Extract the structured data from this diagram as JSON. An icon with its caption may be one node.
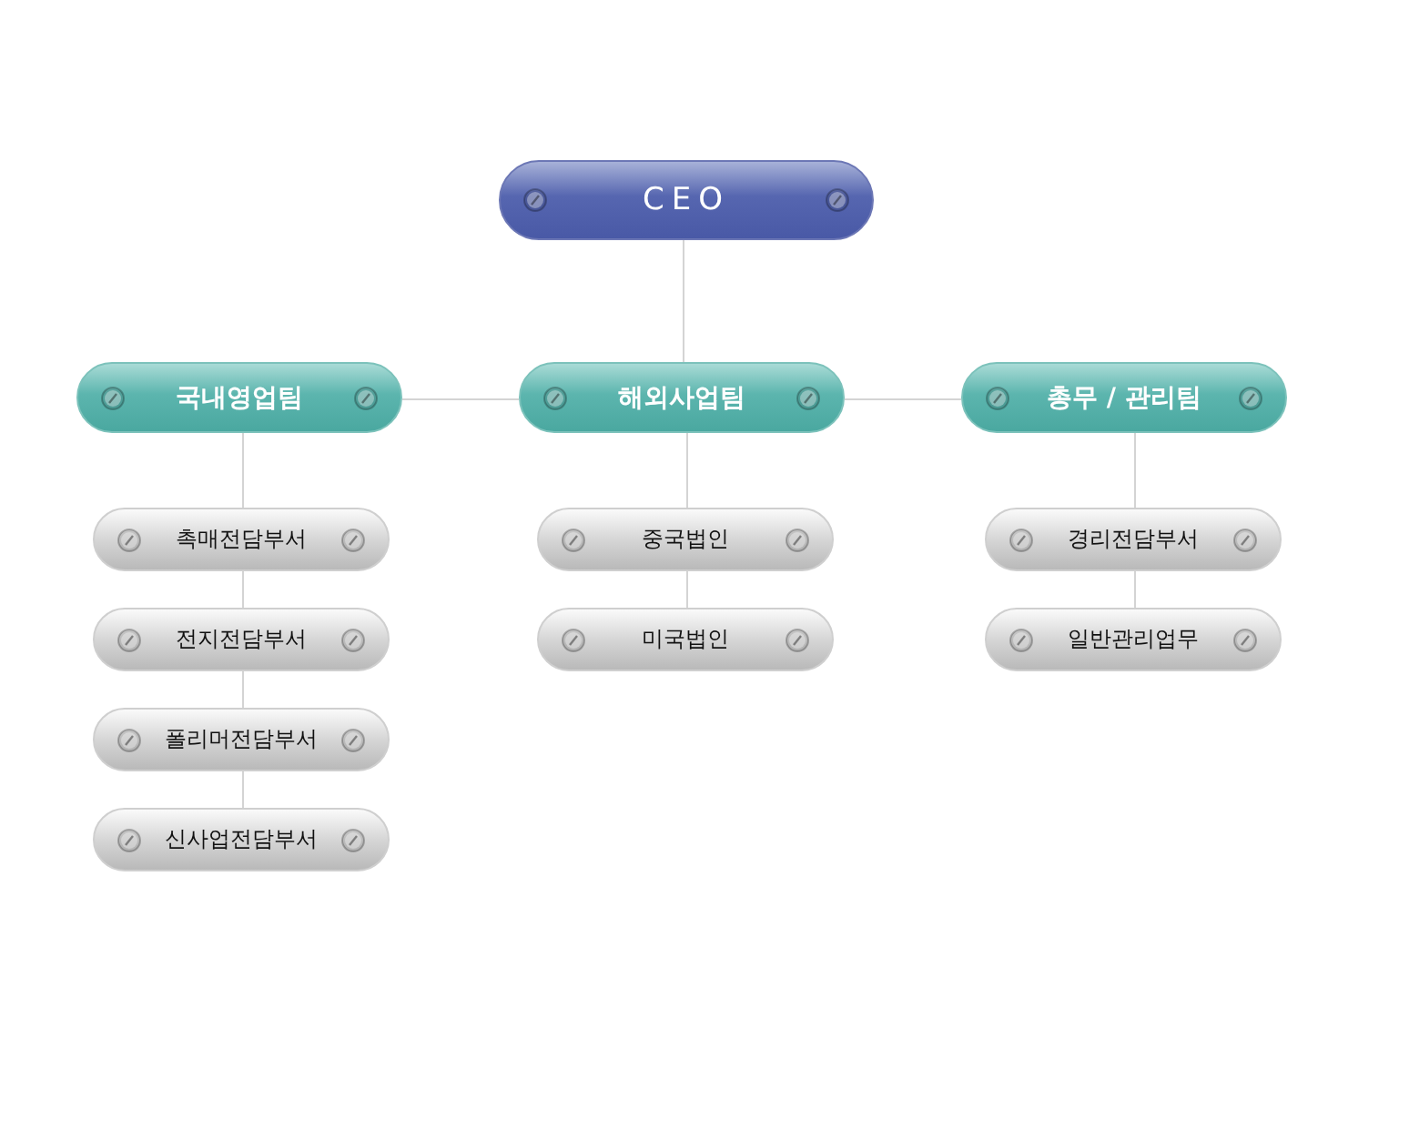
{
  "diagram": {
    "nodes": [
      {
        "text": [
          "CEO"
        ]
      },
      {
        "text": [
          "국내영업팀"
        ]
      },
      {
        "text": [
          "해외사업팀"
        ]
      },
      {
        "text": [
          "총무 / 관리팀"
        ]
      },
      {
        "text": [
          "촉매전담부서"
        ]
      },
      {
        "text": [
          "전지전담부서"
        ]
      },
      {
        "text": [
          "폴리머전담부서"
        ]
      },
      {
        "text": [
          "신사업전담부서"
        ]
      },
      {
        "text": [
          "중국법인"
        ]
      },
      {
        "text": [
          "미국법인"
        ]
      },
      {
        "text": [
          "경리전담부서"
        ]
      },
      {
        "text": [
          "일반관리업무"
        ]
      }
    ],
    "edges": [
      {
        "from": 0,
        "to": 2,
        "arrow": "none"
      },
      {
        "from": 2,
        "to": 1,
        "arrow": "none"
      },
      {
        "from": 2,
        "to": 3,
        "arrow": "none"
      },
      {
        "from": 1,
        "to": 4,
        "arrow": "none"
      },
      {
        "from": 4,
        "to": 5,
        "arrow": "none"
      },
      {
        "from": 5,
        "to": 6,
        "arrow": "none"
      },
      {
        "from": 6,
        "to": 7,
        "arrow": "none"
      },
      {
        "from": 2,
        "to": 8,
        "arrow": "none"
      },
      {
        "from": 8,
        "to": 9,
        "arrow": "none"
      },
      {
        "from": 3,
        "to": 10,
        "arrow": "none"
      },
      {
        "from": 10,
        "to": 11,
        "arrow": "none"
      }
    ]
  }
}
